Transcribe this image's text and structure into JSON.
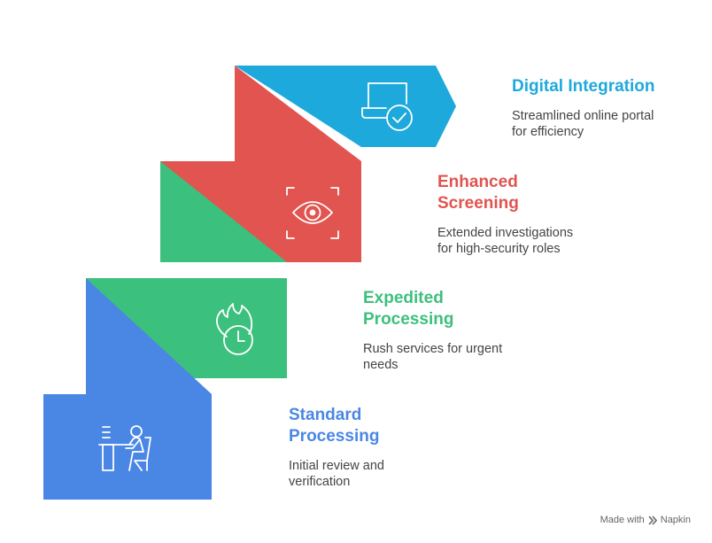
{
  "colors": {
    "blue": "#4f86e8",
    "blue_dark": "#3f6fce",
    "green": "#3fc683",
    "red": "#e55a53",
    "cyan": "#1ea9dc",
    "icon_stroke": "#ffffff"
  },
  "steps": [
    {
      "title": "Standard Processing",
      "title_lines": [
        "Standard",
        "Processing"
      ],
      "description_lines": [
        "Initial review and",
        "verification"
      ],
      "color": "#4a87e5",
      "icon": "person-at-desk-icon"
    },
    {
      "title": "Expedited Processing",
      "title_lines": [
        "Expedited",
        "Processing"
      ],
      "description_lines": [
        "Rush services for urgent",
        "needs"
      ],
      "color": "#3cc07d",
      "icon": "flaming-clock-icon"
    },
    {
      "title": "Enhanced Screening",
      "title_lines": [
        "Enhanced",
        "Screening"
      ],
      "description_lines": [
        "Extended investigations",
        "for high-security roles"
      ],
      "color": "#e1544f",
      "icon": "eye-scan-icon"
    },
    {
      "title": "Digital Integration",
      "title_lines": [
        "Digital Integration"
      ],
      "description_lines": [
        "Streamlined online portal",
        "for efficiency"
      ],
      "color": "#1ea9dc",
      "icon": "laptop-check-icon"
    }
  ],
  "footer": {
    "made_with": "Made with",
    "brand": "Napkin"
  }
}
